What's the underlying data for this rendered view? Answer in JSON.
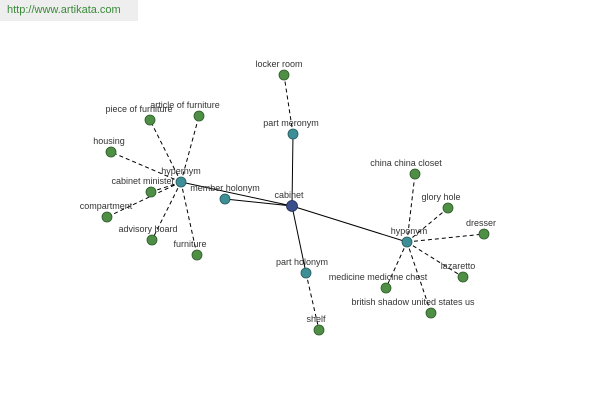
{
  "watermark": "http://www.artikata.com",
  "graph": {
    "root": {
      "id": "cabinet",
      "label": "cabinet"
    },
    "relations": [
      {
        "id": "hypernym",
        "label": "hypernym"
      },
      {
        "id": "member-holonym",
        "label": "member holonym"
      },
      {
        "id": "part-meronym",
        "label": "part meronym"
      },
      {
        "id": "part-holonym",
        "label": "part holonym"
      },
      {
        "id": "hyponym",
        "label": "hyponym"
      }
    ],
    "terms": [
      {
        "id": "piece-of-furniture",
        "label": "piece of furniture",
        "parent": "hypernym"
      },
      {
        "id": "article-of-furniture",
        "label": "article of furniture",
        "parent": "hypernym"
      },
      {
        "id": "housing",
        "label": "housing",
        "parent": "hypernym"
      },
      {
        "id": "cabinet-minister",
        "label": "cabinet minister",
        "parent": "hypernym"
      },
      {
        "id": "compartment",
        "label": "compartment",
        "parent": "hypernym"
      },
      {
        "id": "advisory-board",
        "label": "advisory board",
        "parent": "hypernym"
      },
      {
        "id": "furniture",
        "label": "furniture",
        "parent": "hypernym"
      },
      {
        "id": "locker-room",
        "label": "locker room",
        "parent": "part-meronym"
      },
      {
        "id": "shelf",
        "label": "shelf",
        "parent": "part-holonym"
      },
      {
        "id": "china-china-closet",
        "label": "china china closet",
        "parent": "hyponym"
      },
      {
        "id": "glory-hole",
        "label": "glory hole",
        "parent": "hyponym"
      },
      {
        "id": "dresser",
        "label": "dresser",
        "parent": "hyponym"
      },
      {
        "id": "lazaretto",
        "label": "lazaretto",
        "parent": "hyponym"
      },
      {
        "id": "medicine-medicine-chest",
        "label": "medicine medicine chest",
        "parent": "hyponym"
      },
      {
        "id": "british-shadow-united-states-us",
        "label": "british shadow united states us",
        "parent": "hyponym"
      }
    ]
  },
  "colors": {
    "root": "#3a4f8a",
    "relation": "#3e8f95",
    "term": "#4f8f45",
    "watermark_text": "#3a8a3a"
  }
}
